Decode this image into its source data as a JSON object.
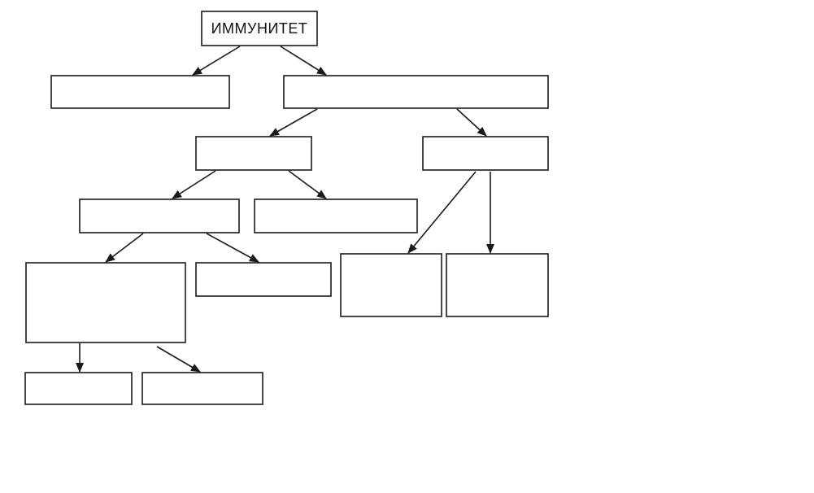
{
  "diagram": {
    "root": {
      "label": "ИММУНИТЕТ"
    },
    "empty_boxes": [
      "left-box-level-1",
      "right-box-level-1",
      "left-box-level-2",
      "right-box-level-2",
      "left-box-level-3a",
      "left-box-level-3b",
      "left-box-level-4a",
      "left-box-level-4b",
      "right-box-level-3a",
      "right-box-level-3b",
      "left-box-level-5a",
      "left-box-level-5b"
    ],
    "colors": {
      "stroke": "#1a1a1a",
      "background": "#ffffff",
      "text": "#111111"
    }
  }
}
